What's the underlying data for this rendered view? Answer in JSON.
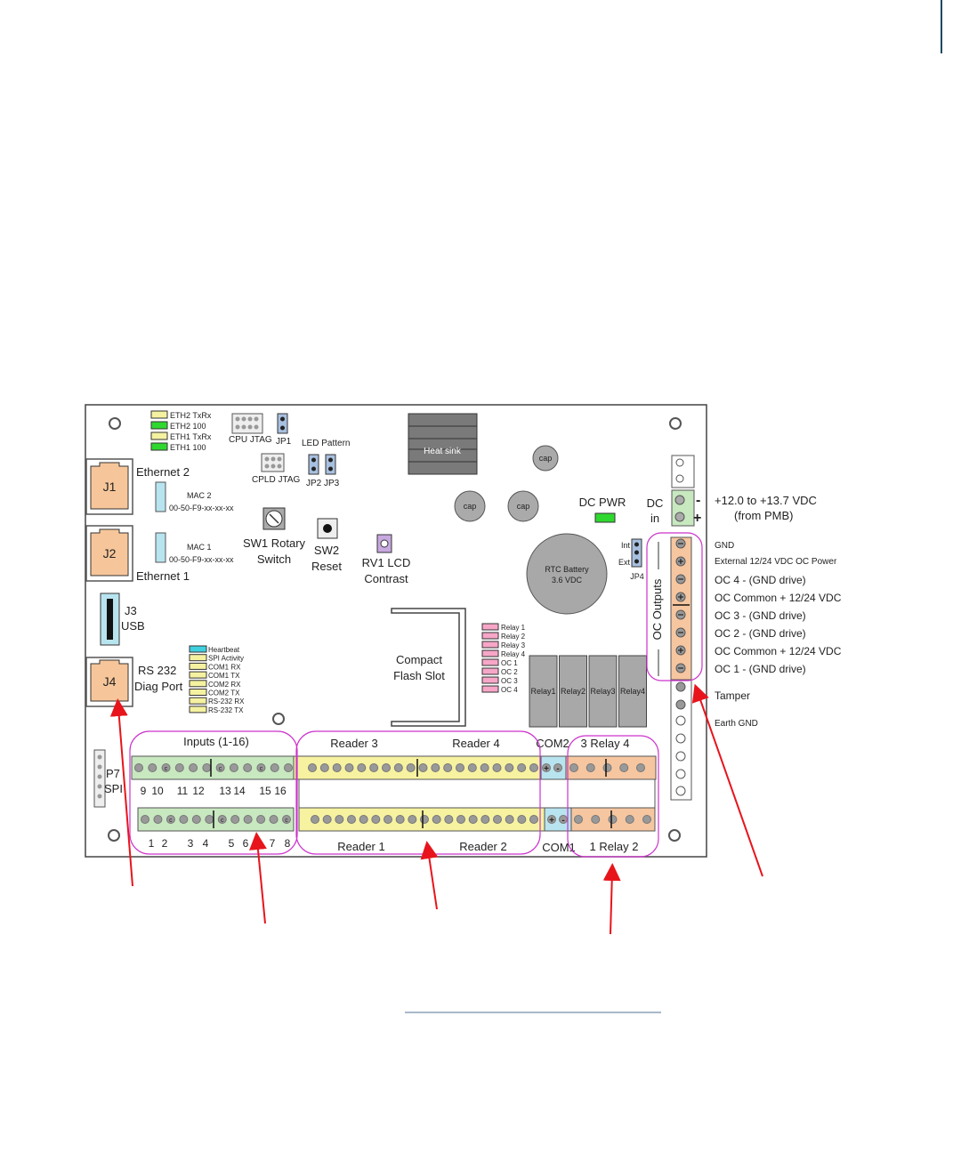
{
  "leds_eth": [
    "ETH2 TxRx",
    "ETH2 100",
    "ETH1 TxRx",
    "ETH1 100"
  ],
  "leds_eth_colors": [
    "#f4f2a0",
    "#2fd82f",
    "#f4f2a0",
    "#2fd82f"
  ],
  "cpu_jtag": "CPU  JTAG",
  "jp1": "JP1",
  "led_pattern": "LED Pattern",
  "cpld_jtag": "CPLD  JTAG",
  "jp2": "JP2",
  "jp3": "JP3",
  "heat_sink": "Heat sink",
  "cap": "cap",
  "j1": "J1",
  "ethernet2": "Ethernet 2",
  "mac2": "MAC 2",
  "mac2_addr": "00-50-F9-xx-xx-xx",
  "j2": "J2",
  "ethernet1": "Ethernet 1",
  "mac1": "MAC 1",
  "mac1_addr": "00-50-F9-xx-xx-xx",
  "sw1_line1": "SW1 Rotary",
  "sw1_line2": "Switch",
  "sw2_line1": "SW2",
  "sw2_line2": "Reset",
  "rv1_line1": "RV1 LCD",
  "rv1_line2": "Contrast",
  "dc_pwr": "DC PWR",
  "rtc_line1": "RTC Battery",
  "rtc_line2": "3.6 VDC",
  "int": "Int",
  "ext": "Ext",
  "jp4": "JP4",
  "dc_in_line1": "DC",
  "dc_in_line2": "in",
  "minus": "-",
  "plus": "+",
  "power_line1": "+12.0 to +13.7 VDC",
  "power_line2": "(from PMB)",
  "j3": "J3",
  "usb": "USB",
  "j4": "J4",
  "rs232_line1": "RS 232",
  "rs232_line2": "Diag Port",
  "status_leds": [
    "Heartbeat",
    "SPI Activity",
    "COM1 RX",
    "COM1 TX",
    "COM2 RX",
    "COM2 TX",
    "RS-232 RX",
    "RS-232 TX"
  ],
  "status_led_colors": [
    "#3fd0e0",
    "#f4f2a0",
    "#f4f2a0",
    "#f4f2a0",
    "#f4f2a0",
    "#f4f2a0",
    "#f4f2a0",
    "#f4f2a0"
  ],
  "cf_line1": "Compact",
  "cf_line2": "Flash Slot",
  "relay_leds": [
    "Relay 1",
    "Relay 2",
    "Relay 3",
    "Relay 4",
    "OC 1",
    "OC 2",
    "OC 3",
    "OC 4"
  ],
  "relays": [
    "Relay1",
    "Relay2",
    "Relay3",
    "Relay4"
  ],
  "oc_outputs": "OC Outputs",
  "right_labels": [
    "GND",
    "External 12/24 VDC OC Power",
    "OC 4 - (GND drive)",
    "OC    Common + 12/24 VDC",
    "OC 3 - (GND drive)",
    "OC 2 - (GND drive)",
    "OC    Common + 12/24 VDC",
    "OC 1 - (GND drive)",
    "Tamper",
    "Earth GND"
  ],
  "inputs_title": "Inputs (1-16)",
  "inputs_top_nums": [
    "9",
    "10",
    "11",
    "12",
    "13",
    "14",
    "15",
    "16"
  ],
  "inputs_bottom_nums": [
    "1",
    "2",
    "3",
    "4",
    "5",
    "6",
    "7",
    "8"
  ],
  "reader3": "Reader 3",
  "reader4": "Reader 4",
  "reader1": "Reader 1",
  "reader2": "Reader 2",
  "com2": "COM2",
  "com1": "COM1",
  "relay34": "3  Relay  4",
  "relay12": "1  Relay  2",
  "p7": "P7",
  "spi": "SPI",
  "colors": {
    "green_term": "#c8e8c0",
    "yellow_term": "#f6f2a0",
    "cyan_term": "#b8e4ef",
    "orange_term": "#f6c6a0",
    "rj45": "#f6c69a",
    "highlight": "#cc33cc",
    "arrow": "#e8141c",
    "grey_block": "#9a9a9a",
    "relay_fill": "#a8a8a8",
    "pink_led": "#f7a6c8"
  }
}
